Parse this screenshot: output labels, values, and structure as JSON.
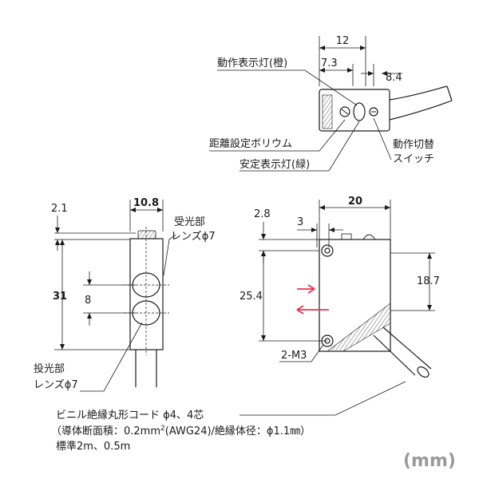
{
  "top_view": {
    "dim_12": "12",
    "dim_7_3": "7.3",
    "dim_8_4": "8.4",
    "label_operation_indicator": "動作表示灯(橙)",
    "label_distance_volume": "距離設定ボリウム",
    "label_stability_indicator": "安定表示灯(緑)",
    "label_mode_switch_1": "動作切替",
    "label_mode_switch_2": "スイッチ"
  },
  "front_view": {
    "dim_2_1": "2.1",
    "dim_10_8": "10.8",
    "dim_31": "31",
    "dim_8": "8",
    "label_receiver_1": "受光部",
    "label_receiver_2": "レンズϕ7",
    "label_emitter_1": "投光部",
    "label_emitter_2": "レンズϕ7"
  },
  "side_view": {
    "dim_2_8": "2.8",
    "dim_3": "3",
    "dim_20": "20",
    "dim_25_4": "25.4",
    "dim_18_7": "18.7",
    "label_mount_holes": "2-M3"
  },
  "cable_note": {
    "line1": "ビニル絶縁丸形コード ϕ4、4芯",
    "line2_a": "（導体断面積：0.2mm",
    "line2_sup": "2",
    "line2_b": "(AWG24)/絶縁体径：ϕ1.1㎜）",
    "line3": "標準2m、0.5m"
  },
  "unit_label": "(mm)",
  "colors": {
    "arrow_red": "#e8334a",
    "hatch": "#8a8a8a",
    "unit_gray": "#9a9a9a"
  }
}
